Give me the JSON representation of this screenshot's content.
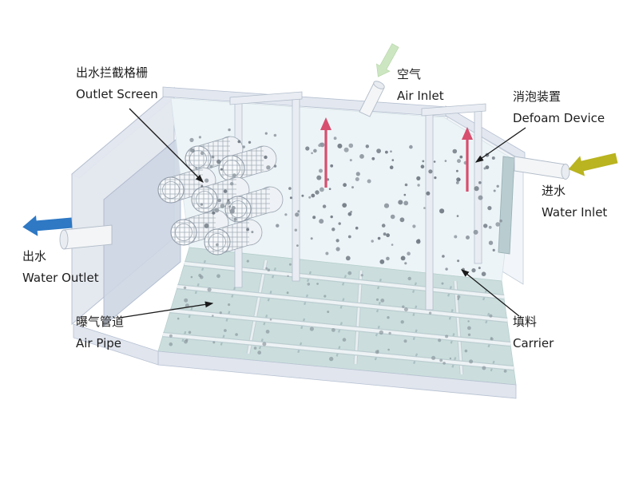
{
  "diagram": {
    "labels": {
      "outlet_screen": {
        "zh": "出水拦截格栅",
        "en": "Outlet Screen"
      },
      "air_inlet": {
        "zh": "空气",
        "en": "Air Inlet"
      },
      "defoam_device": {
        "zh": "消泡装置",
        "en": "Defoam Device"
      },
      "water_inlet": {
        "zh": "进水",
        "en": "Water Inlet"
      },
      "water_outlet": {
        "zh": "出水",
        "en": "Water Outlet"
      },
      "air_pipe": {
        "zh": "曝气管道",
        "en": "Air Pipe"
      },
      "carrier": {
        "zh": "填料",
        "en": "Carrier"
      }
    },
    "colors": {
      "water_outlet_arrow": "#2e78c4",
      "water_inlet_arrow": "#b9b41f",
      "air_inlet_arrow": "#cde6c2",
      "defoam_arrow": "#d84e6e",
      "water_surface": "#edf4f7",
      "tank_floor": "#cbdedd",
      "tank_wall": "#e3e7ef",
      "carrier_dot": "#79828b"
    }
  }
}
